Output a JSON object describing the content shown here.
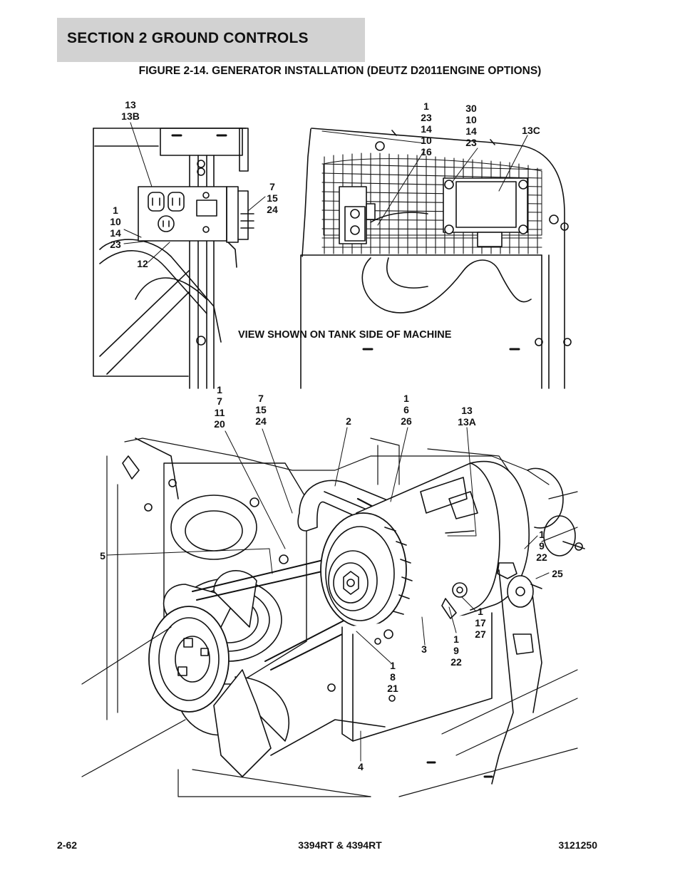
{
  "header": {
    "section_title": "SECTION 2   GROUND CONTROLS"
  },
  "figure": {
    "title": "FIGURE 2-14. GENERATOR INSTALLATION (DEUTZ D2011ENGINE OPTIONS)"
  },
  "view_note": "VIEW SHOWN ON TANK SIDE OF MACHINE",
  "callouts": {
    "c1": "13\n13B",
    "c2": "1\n10\n14\n23",
    "c3": "12",
    "c4": "7\n15\n24",
    "c5": "1\n23\n14\n10\n16",
    "c6": "30\n10\n14\n23",
    "c7": "13C",
    "c8": "1\n7\n11\n20",
    "c9": "7\n15\n24",
    "c10": "2",
    "c11": "1\n6\n26",
    "c12": "13\n13A",
    "c13": "5",
    "c14": "1\n9\n22",
    "c15": "25",
    "c16": "1\n17\n27",
    "c17": "1\n9\n22",
    "c18": "3",
    "c19": "1\n8\n21",
    "c20": "4"
  },
  "footer": {
    "page": "2-62",
    "model": "3394RT & 4394RT",
    "doc_number": "3121250"
  }
}
